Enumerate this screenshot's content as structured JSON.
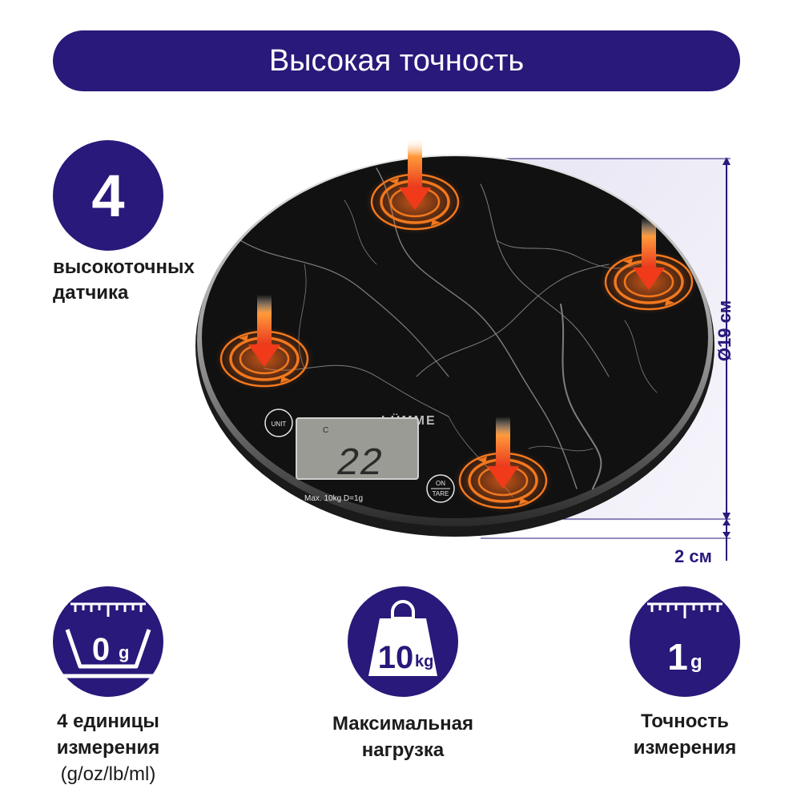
{
  "banner": {
    "title": "Высокая точность"
  },
  "sensors": {
    "count": "4",
    "label_line1": "высокоточных",
    "label_line2": "датчика"
  },
  "scale": {
    "brand": "LÜMME",
    "display_value": "22",
    "display_unit": "C",
    "spec_text": "Max. 10kg D=1g",
    "unit_button": "UNIT",
    "on_button": "ON",
    "tare_button": "TARE"
  },
  "dimensions": {
    "diameter": "Ø19 см",
    "height": "2 см"
  },
  "features": [
    {
      "icon_text": "0",
      "icon_unit": "g",
      "line1": "4 единицы",
      "line2": "измерения",
      "line3": "(g/oz/lb/ml)"
    },
    {
      "icon_text": "10",
      "icon_unit": "kg",
      "line1": "Максимальная",
      "line2": "нагрузка"
    },
    {
      "icon_text": "1",
      "icon_unit": "g",
      "line1": "Точность",
      "line2": "измерения"
    }
  ],
  "colors": {
    "brand_navy": "#28197a",
    "arrow_red": "#f03a1a",
    "ring_orange": "#f2781e",
    "marble_black": "#111111"
  }
}
